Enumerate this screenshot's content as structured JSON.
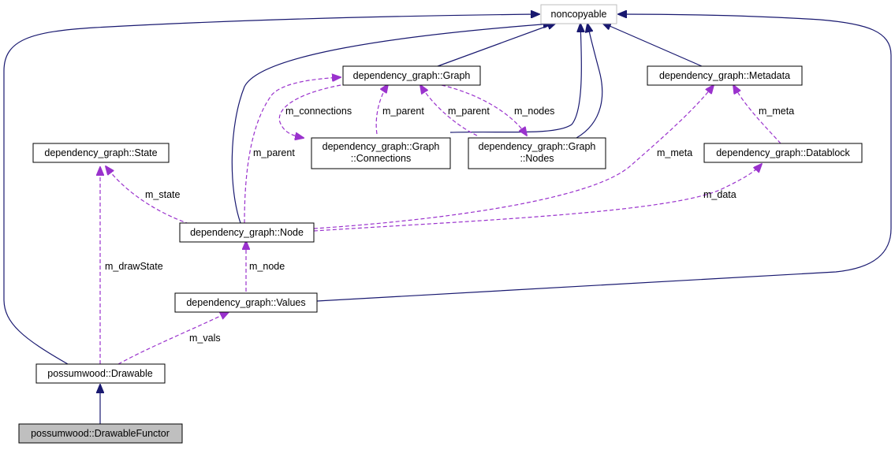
{
  "nodes": {
    "noncopyable": "noncopyable",
    "graph": "dependency_graph::Graph",
    "metadata": "dependency_graph::Metadata",
    "state": "dependency_graph::State",
    "connections_1": "dependency_graph::Graph",
    "connections_2": "::Connections",
    "nodes_1": "dependency_graph::Graph",
    "nodes_2": "::Nodes",
    "datablock": "dependency_graph::Datablock",
    "node": "dependency_graph::Node",
    "values": "dependency_graph::Values",
    "drawable": "possumwood::Drawable",
    "drawable_functor": "possumwood::DrawableFunctor"
  },
  "edge_labels": {
    "m_connections": "m_connections",
    "m_parent_conn": "m_parent",
    "m_parent_nodes": "m_parent",
    "m_nodes": "m_nodes",
    "m_meta_datablock": "m_meta",
    "m_parent_node": "m_parent",
    "m_meta_node": "m_meta",
    "m_state": "m_state",
    "m_data": "m_data",
    "m_drawState": "m_drawState",
    "m_node": "m_node",
    "m_vals": "m_vals"
  },
  "colors": {
    "inheritance": "#191970",
    "usage": "#9a32cd",
    "highlight_fill": "#bfbfbf"
  }
}
